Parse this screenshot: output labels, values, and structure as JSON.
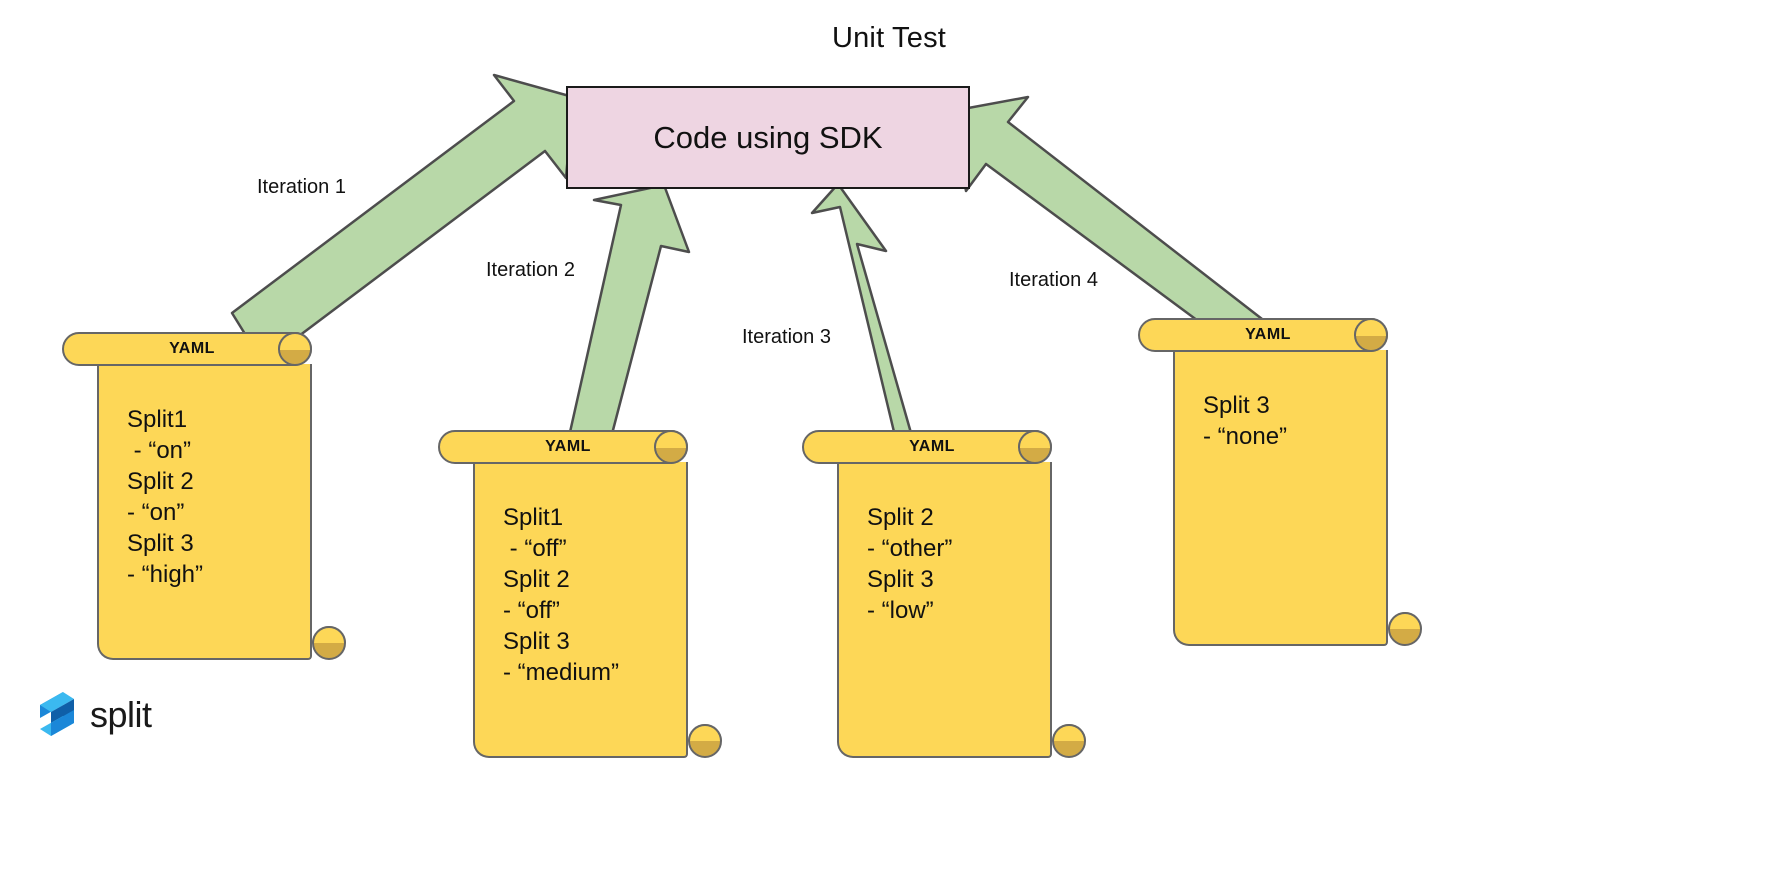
{
  "diagram": {
    "title": "Unit Test",
    "center_node": {
      "label": "Code using SDK",
      "fill": "#eed5e2",
      "stroke": "#1a1a1a"
    },
    "arrow_style": {
      "fill": "#b8d8a8",
      "stroke": "#4d4d4d"
    },
    "arrows": [
      {
        "label": "Iteration 1",
        "from": "yaml-1",
        "to": "code-using-sdk"
      },
      {
        "label": "Iteration 2",
        "from": "yaml-2",
        "to": "code-using-sdk"
      },
      {
        "label": "Iteration 3",
        "from": "yaml-3",
        "to": "code-using-sdk"
      },
      {
        "label": "Iteration 4",
        "from": "yaml-4",
        "to": "code-using-sdk"
      }
    ],
    "scroll_style": {
      "fill": "#fdd757",
      "stroke": "#666666",
      "curl_fill": "#d3ab45"
    },
    "scrolls": [
      {
        "header": "YAML",
        "text": "Split1\n - “on”\nSplit 2\n- “on”\nSplit 3\n- “high”",
        "entries": [
          {
            "split": "Split1",
            "value": "“on”"
          },
          {
            "split": "Split 2",
            "value": "“on”"
          },
          {
            "split": "Split 3",
            "value": "“high”"
          }
        ]
      },
      {
        "header": "YAML",
        "text": "Split1\n - “off”\nSplit 2\n- “off”\nSplit 3\n- “medium”",
        "entries": [
          {
            "split": "Split1",
            "value": "“off”"
          },
          {
            "split": "Split 2",
            "value": "“off”"
          },
          {
            "split": "Split 3",
            "value": "“medium”"
          }
        ]
      },
      {
        "header": "YAML",
        "text": "Split 2\n- “other”\nSplit 3\n- “low”",
        "entries": [
          {
            "split": "Split 2",
            "value": "“other”"
          },
          {
            "split": "Split 3",
            "value": "“low”"
          }
        ]
      },
      {
        "header": "YAML",
        "text": "Split 3\n- “none”",
        "entries": [
          {
            "split": "Split 3",
            "value": "“none”"
          }
        ]
      }
    ],
    "logo": {
      "wordmark": "split",
      "mark_colors": [
        "#1b87d8",
        "#3bb9f0",
        "#0f5fa8"
      ]
    }
  }
}
